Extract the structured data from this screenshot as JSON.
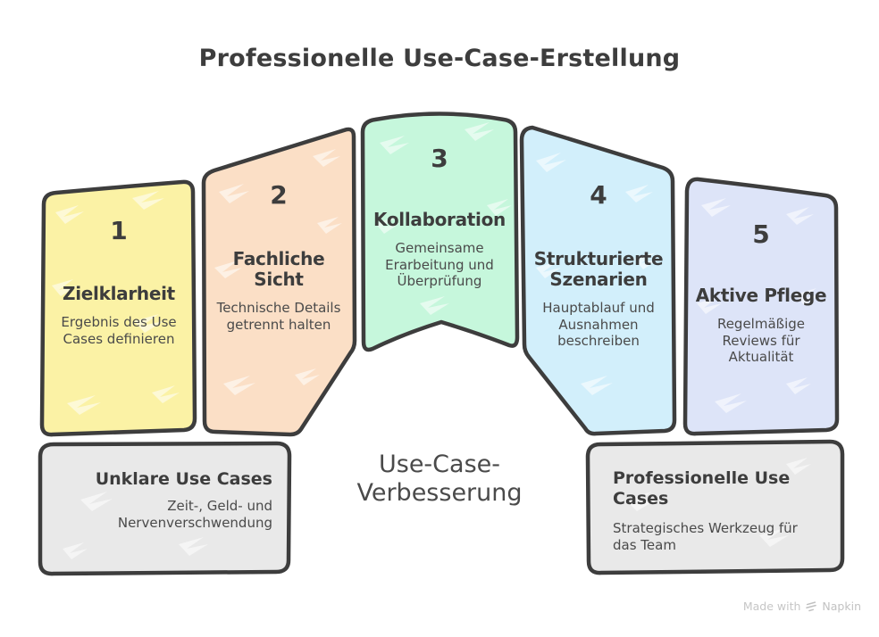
{
  "title": "Professionelle Use-Case-Erstellung",
  "steps": [
    {
      "number": "1",
      "heading": "Zielklarheit",
      "description": "Ergebnis des Use Cases definieren",
      "color": "#fbf2a5"
    },
    {
      "number": "2",
      "heading": "Fachliche Sicht",
      "description": "Technische Details getrennt halten",
      "color": "#fbdfc6"
    },
    {
      "number": "3",
      "heading": "Kollaboration",
      "description": "Gemeinsame Erarbeitung und Überprüfung",
      "color": "#c6f7dc"
    },
    {
      "number": "4",
      "heading": "Strukturierte Szenarien",
      "description": "Hauptablauf und Ausnahmen beschreiben",
      "color": "#d2effb"
    },
    {
      "number": "5",
      "heading": "Aktive Pflege",
      "description": "Regelmäßige Reviews für Aktualität",
      "color": "#dde4f8"
    }
  ],
  "center_label": "Use-Case-\nVerbesserung",
  "outcome_boxes": {
    "before": {
      "heading": "Unklare Use Cases",
      "description": "Zeit-, Geld- und Nervenverschwendung",
      "color": "#e9e9e9"
    },
    "after": {
      "heading": "Professionelle Use Cases",
      "description": "Strategisches Werkzeug für das Team",
      "color": "#e9e9e9"
    }
  },
  "watermark": {
    "prefix": "Made with",
    "brand": "Napkin"
  },
  "colors": {
    "border": "#3d3d3d",
    "heading_text": "#3d3d3d",
    "body_text": "#4a4a4a",
    "watermark_text": "#c6c6c6",
    "background": "#ffffff"
  }
}
